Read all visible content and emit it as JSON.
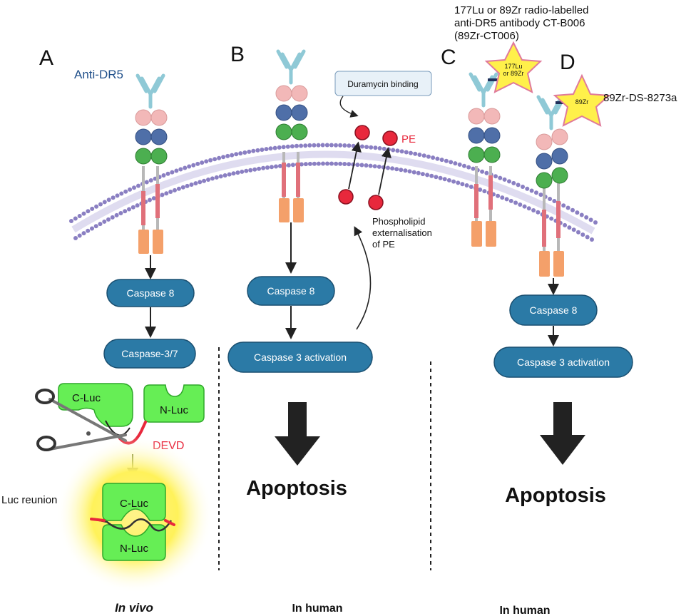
{
  "panels": {
    "a": "A",
    "b": "B",
    "c": "C",
    "d": "D"
  },
  "labels": {
    "anti_dr5": "Anti-DR5",
    "duramycin": "Duramycin binding",
    "pe": "PE",
    "phospholipid_1": "Phospholipid",
    "phospholipid_2": "externalisation",
    "phospholipid_3": "of PE",
    "radio_1": "177Lu or 89Zr radio-labelled",
    "radio_2": "anti-DR5 antibody CT-B006",
    "radio_3": "(89Zr-CT006)",
    "star_c_1": "177Lu",
    "star_c_2": "or 89Zr",
    "star_d": "89Zr",
    "ds8273a": "89Zr-DS-8273a",
    "c_luc": "C-Luc",
    "n_luc": "N-Luc",
    "devd": "DEVD",
    "luc_reunion": "Luc reunion"
  },
  "pills": {
    "a_caspase8": "Caspase 8",
    "a_caspase37": "Caspase-3/7",
    "b_caspase8": "Caspase 8",
    "b_caspase3": "Caspase 3 activation",
    "d_caspase8": "Caspase 8",
    "d_caspase3": "Caspase 3 activation"
  },
  "outcomes": {
    "b_apoptosis": "Apoptosis",
    "d_apoptosis": "Apoptosis"
  },
  "footer": {
    "in_vivo": "In vivo",
    "in_human_b": "In human",
    "in_human_d": "In human"
  },
  "colors": {
    "pill": "#2b7aa6",
    "membrane_dot": "#8a7fc2",
    "antibody": "#8fc9d6",
    "pink_ball": "#f2b8b8",
    "blue_ball": "#4f6fa8",
    "green_ball": "#4caf50",
    "stalk_red": "#e0707a",
    "orange_block": "#f4a06a",
    "pe_red": "#e8283c",
    "luc_green": "#66ee55",
    "star": "#fff04a",
    "devd": "#e8283c"
  }
}
